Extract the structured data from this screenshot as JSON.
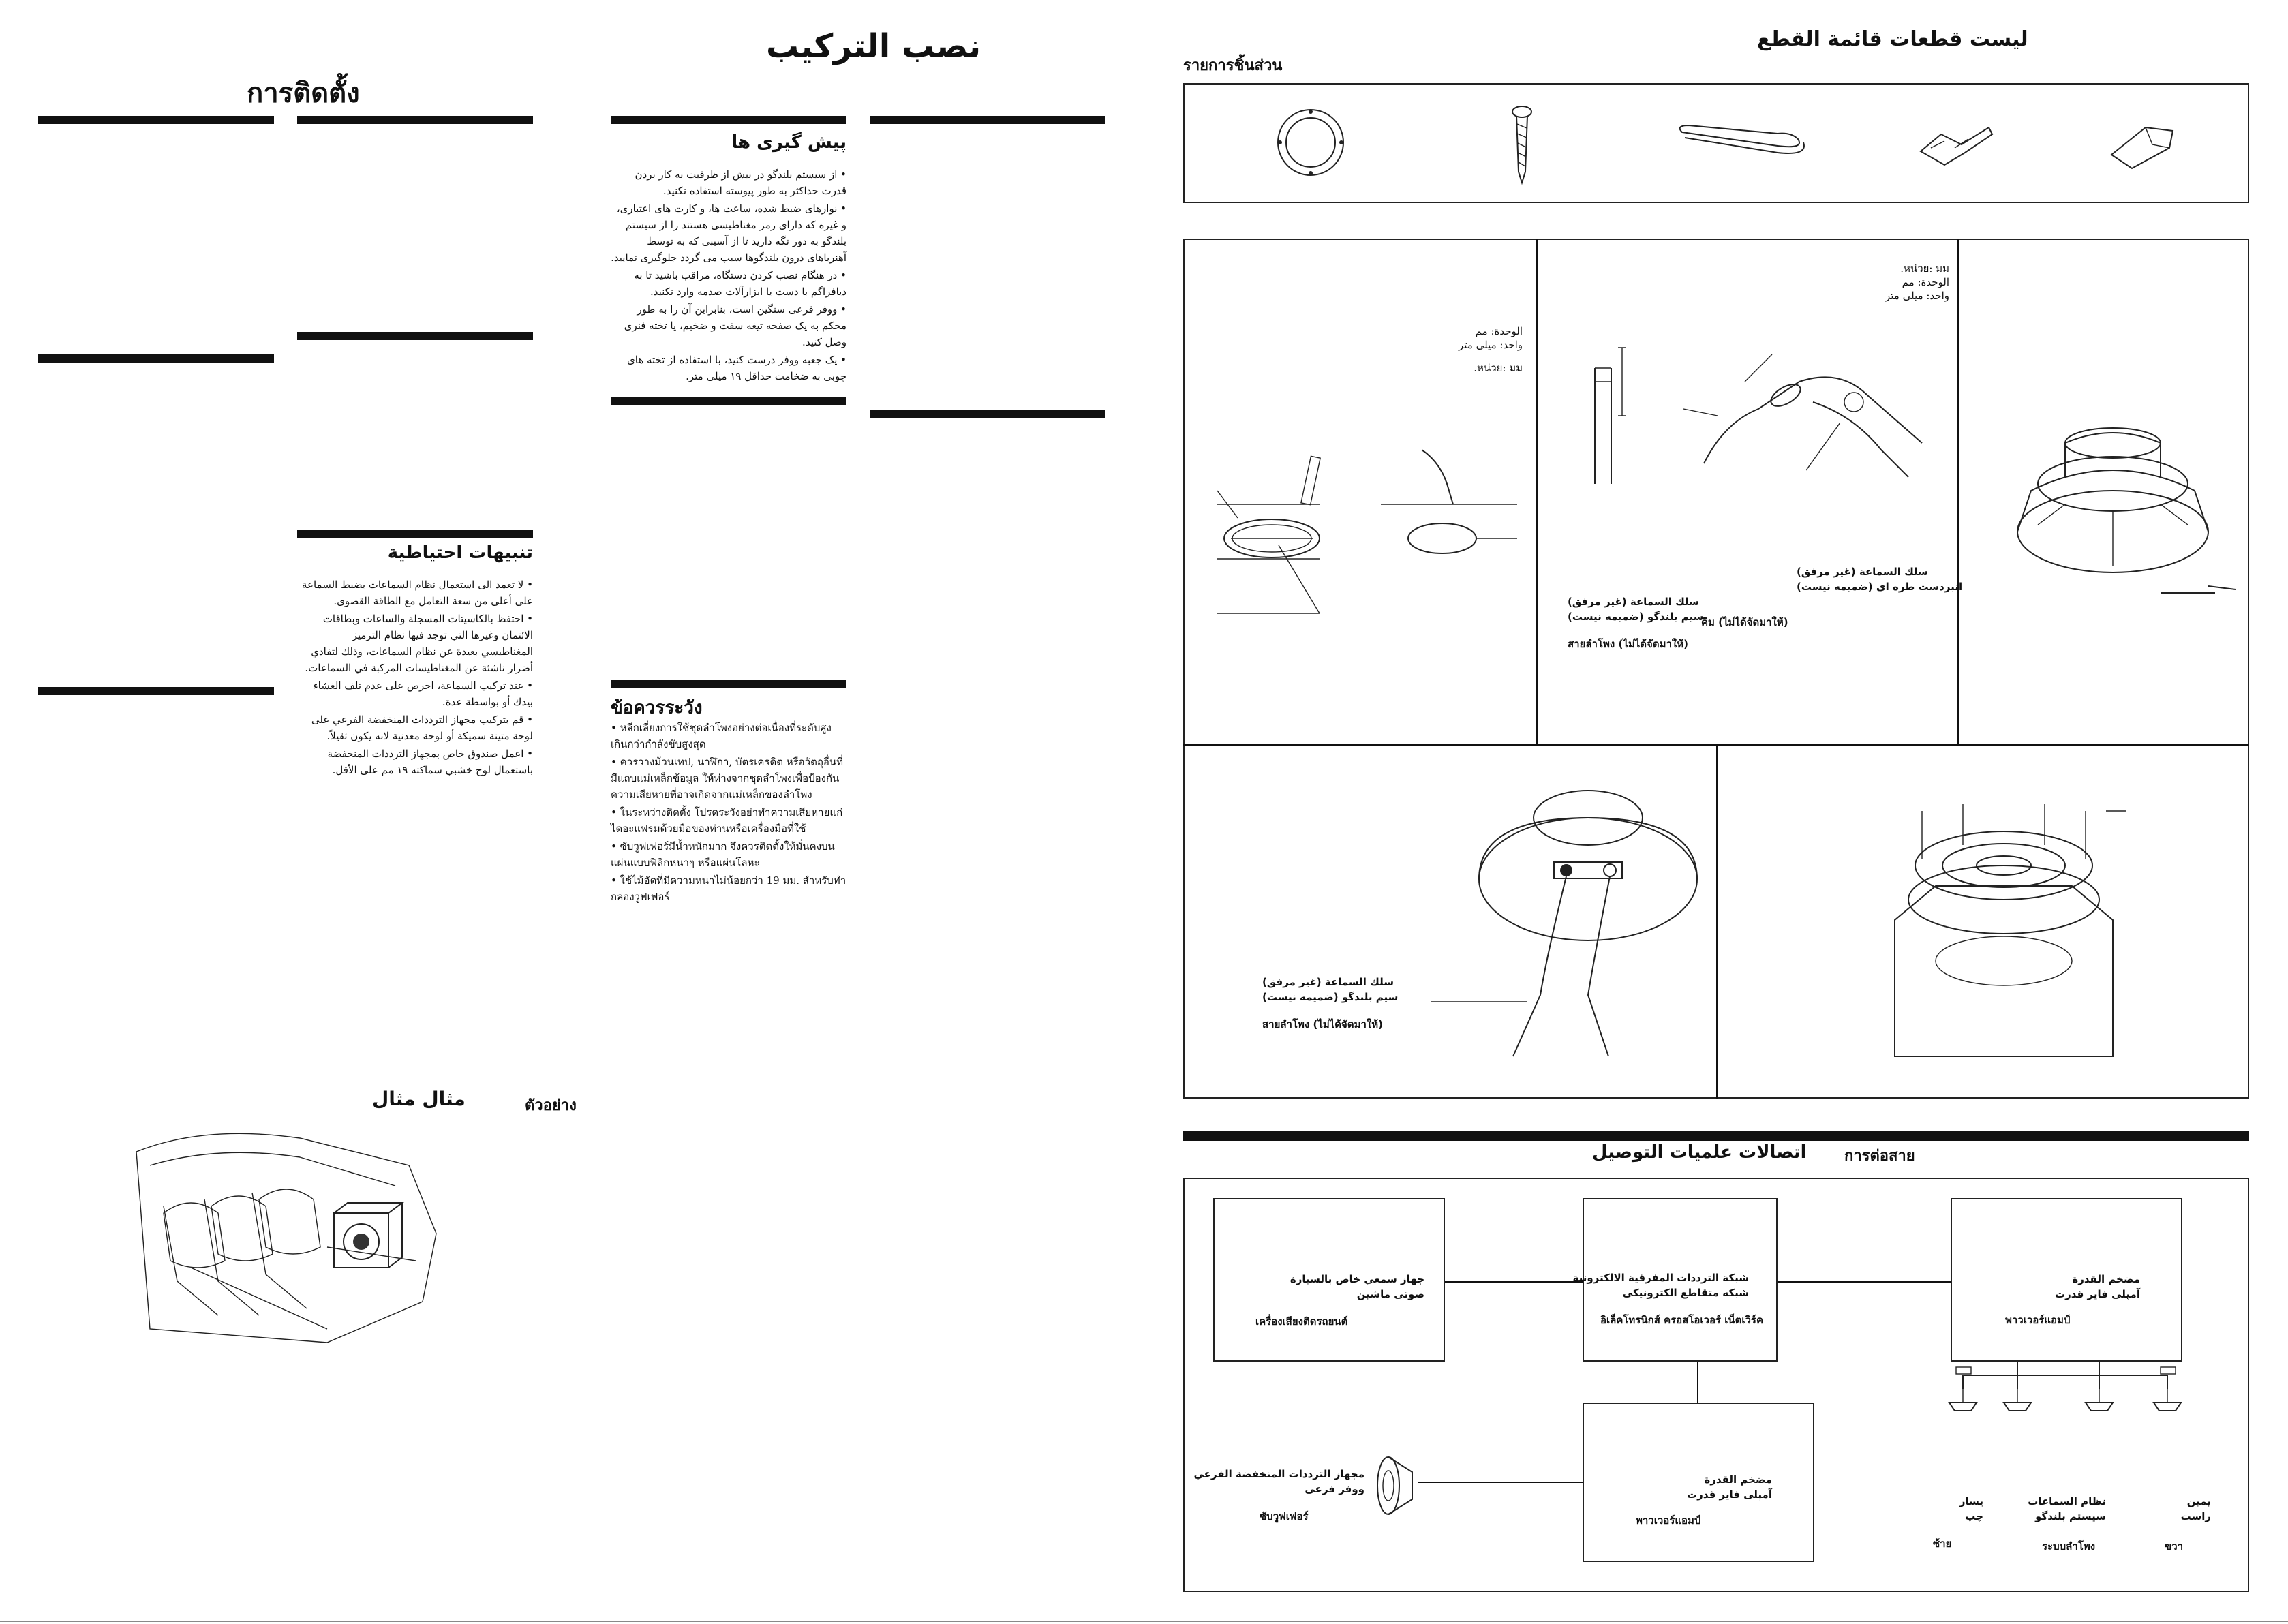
{
  "install": {
    "title_thai": "การติดตั้ง",
    "title_arabic": "نصب التركيب",
    "precautions_farsi": {
      "heading": "پیش گیری ها",
      "items": [
        "از سیستم بلندگو در بیش از ظرفیت به کار بردن قدرت حداکثر به طور پیوسته استفاده نکنید.",
        "نوارهای ضبط شده، ساعت ها، و کارت های اعتباری، و غیره که دارای رمز مغناطیسی هستند را از سیستم بلندگو به دور نگه دارید تا از آسیبی که به توسط آهنرباهای درون بلندگوها سبب می گردد جلوگیری نمایید.",
        "در هنگام نصب کردن دستگاه، مراقب باشید تا به دیافراگم با دست یا ابزارآلات صدمه وارد نکنید.",
        "ووفر فرعی سنگین است، بنابراین آن را به طور محکم به یک صفحه تیغه سفت و ضخیم، یا تخته فنری وصل کنید.",
        "یک جعبه ووفر درست کنید، با استفاده از تخته های چوبی به ضخامت حداقل ۱۹ میلی متر."
      ]
    },
    "precautions_arabic": {
      "heading": "تنبيهات احتياطية",
      "items": [
        "لا تعمد الى استعمال نظام السماعات بضبط السماعة على أعلى من سعة التعامل مع الطاقة القصوى.",
        "احتفظ بالكاسيتات المسجلة والساعات وبطاقات الائتمان وغيرها التي توجد فيها نظام الترميز المغناطيسي بعيدة عن نظام السماعات، وذلك لتفادي أضرار ناشئة عن المغناطيسات المركبة في السماعات.",
        "عند تركيب السماعة، احرص على عدم تلف الغشاء بيدك أو بواسطة عدة.",
        "قم بتركيب مجهاز الترددات المنخفضة الفرعي على لوحة متينة سميكة أو لوحة معدنية لانه يكون ثقيلاً.",
        "اعمل صندوق خاص بمجهاز الترددات المنخفضة باستعمال لوح خشبي سماكته ١٩ مم على الأقل."
      ]
    },
    "precautions_thai": {
      "heading": "ข้อควรระวัง",
      "items": [
        "หลีกเลี่ยงการใช้ชุดลำโพงอย่างต่อเนื่องที่ระดับสูงเกินกว่ากำลังขับสูงสุด",
        "ควรวางม้วนเทป, นาฬิกา, บัตรเครดิต หรือวัตถุอื่นที่มีแถบแม่เหล็กข้อมูล ให้ห่างจากชุดลำโพงเพื่อป้องกันความเสียหายที่อาจเกิดจากแม่เหล็กของลำโพง",
        "ในระหว่างติดตั้ง โปรดระวังอย่าทำความเสียหายแก่ไดอะแฟรมด้วยมือของท่านหรือเครื่องมือที่ใช้",
        "ซับวูฟเฟอร์มีน้ำหนักมาก จึงควรติดตั้งให้มั่นคงบนแผ่นแบบฟิลิกหนาๆ หรือแผ่นโลหะ",
        "ใช้ไม้อัดที่มีความหนาไม่น้อยกว่า 19 มม. สำหรับทำกล่องวูฟเฟอร์"
      ]
    },
    "example_arabic": "مثال مثال",
    "example_thai": "ตัวอย่าง"
  },
  "parts": {
    "title_arabic": "ليست قطعات قائمة القطع",
    "title_thai": "รายการชิ้นส่วน",
    "items": [
      "grille-ring",
      "screw",
      "wire-strip",
      "terminal",
      "sleeve"
    ]
  },
  "steps": {
    "unit_top": [
      "الوحدة: مم",
      "واحد: میلی متر",
      "หน่วย: มม."
    ],
    "unit_left": [
      "الوحدة: مم",
      "واحد: میلی متر",
      "หน่วย: มม."
    ],
    "crimp_labels": [
      "سلك السماعة (غير مرفق)",
      "سیم بلندگو (ضمیمه نیست)",
      "สายลำโพง (ไม่ได้จัดมาให้)"
    ],
    "plier_labels": [
      "سلك السماعة (غير مرفق)",
      "انبردست طره ای (ضمیمه نیست)",
      "คีม (ไม่ได้จัดมาให้)"
    ],
    "connect_labels": [
      "سلك السماعة (غير مرفق)",
      "سیم بلندگو (ضمیمه نیست)",
      "สายลำโพง (ไม่ได้จัดมาให้)"
    ]
  },
  "connections": {
    "title_arabic": "اتصالات علميات التوصيل",
    "title_thai": "การต่อสาย",
    "stereo": [
      "جهاز سمعي خاص بالسيارة",
      "صوتی ماشین",
      "เครื่องเสียงติดรถยนต์"
    ],
    "crossover": [
      "شبكة الترددات المفرقية الالكترونية",
      "شبکه متقاطع الکترونیکی",
      "อิเล็คโทรนิกส์ ครอสโอเวอร์ เน็ตเวิร์ค"
    ],
    "power_amp_top": [
      "مضخم القدرة",
      "آمپلی فایر قدرت",
      "พาวเวอร์แอมป์"
    ],
    "power_amp_bottom": [
      "مضخم القدرة",
      "آمپلی فایر قدرت",
      "พาวเวอร์แอมป์"
    ],
    "subwoofer": [
      "مجهاز الترددات المنخفضة الفرعي",
      "ووفر فرعی",
      "ซับวูฟเฟอร์"
    ],
    "left": [
      "يسار",
      "چپ",
      "ซ้าย"
    ],
    "speaker_system": [
      "نظام السماعات",
      "سیستم بلندگو",
      "ระบบลำโพง"
    ],
    "right": [
      "يمين",
      "راست",
      "ขวา"
    ]
  }
}
